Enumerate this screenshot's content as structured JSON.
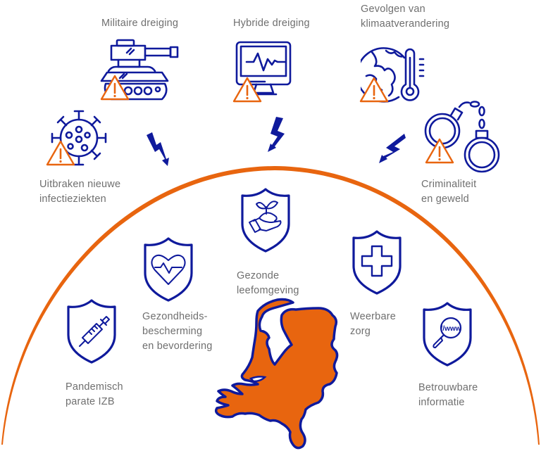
{
  "colors": {
    "navy": "#0f1a9c",
    "orange": "#e8650f",
    "label_gray": "#6f6f6f",
    "background": "#ffffff"
  },
  "threats": [
    {
      "id": "militaire",
      "lines": [
        "Militaire dreiging"
      ],
      "icon": "tank-icon",
      "warning": true
    },
    {
      "id": "hybride",
      "lines": [
        "Hybride dreiging"
      ],
      "icon": "monitor-heartbeat-icon",
      "warning": true
    },
    {
      "id": "klimaat",
      "lines": [
        "Gevolgen van",
        "klimaatverandering"
      ],
      "icon": "globe-thermometer-icon",
      "warning": true
    },
    {
      "id": "infectie",
      "lines": [
        "Uitbraken nieuwe",
        "infectieziekten"
      ],
      "icon": "virus-icon",
      "warning": true
    },
    {
      "id": "criminaliteit",
      "lines": [
        "Criminaliteit",
        "en geweld"
      ],
      "icon": "handcuffs-icon",
      "warning": true
    }
  ],
  "strengths": [
    {
      "id": "leefomgeving",
      "lines": [
        "Gezonde",
        "leefomgeving"
      ],
      "icon": "shield-hand-plant-icon"
    },
    {
      "id": "gezondheid",
      "lines": [
        "Gezondheids-",
        "bescherming",
        "en bevordering"
      ],
      "icon": "shield-heart-icon"
    },
    {
      "id": "zorg",
      "lines": [
        "Weerbare",
        "zorg"
      ],
      "icon": "shield-cross-icon"
    },
    {
      "id": "pandemisch",
      "lines": [
        "Pandemisch",
        "parate IZB"
      ],
      "icon": "shield-syringe-icon"
    },
    {
      "id": "informatie",
      "lines": [
        "Betrouwbare",
        "informatie"
      ],
      "icon": "shield-magnifier-www-icon"
    }
  ],
  "center": {
    "icon": "netherlands-map-icon"
  },
  "magnifier_text": "//www",
  "lightning_count": 3
}
